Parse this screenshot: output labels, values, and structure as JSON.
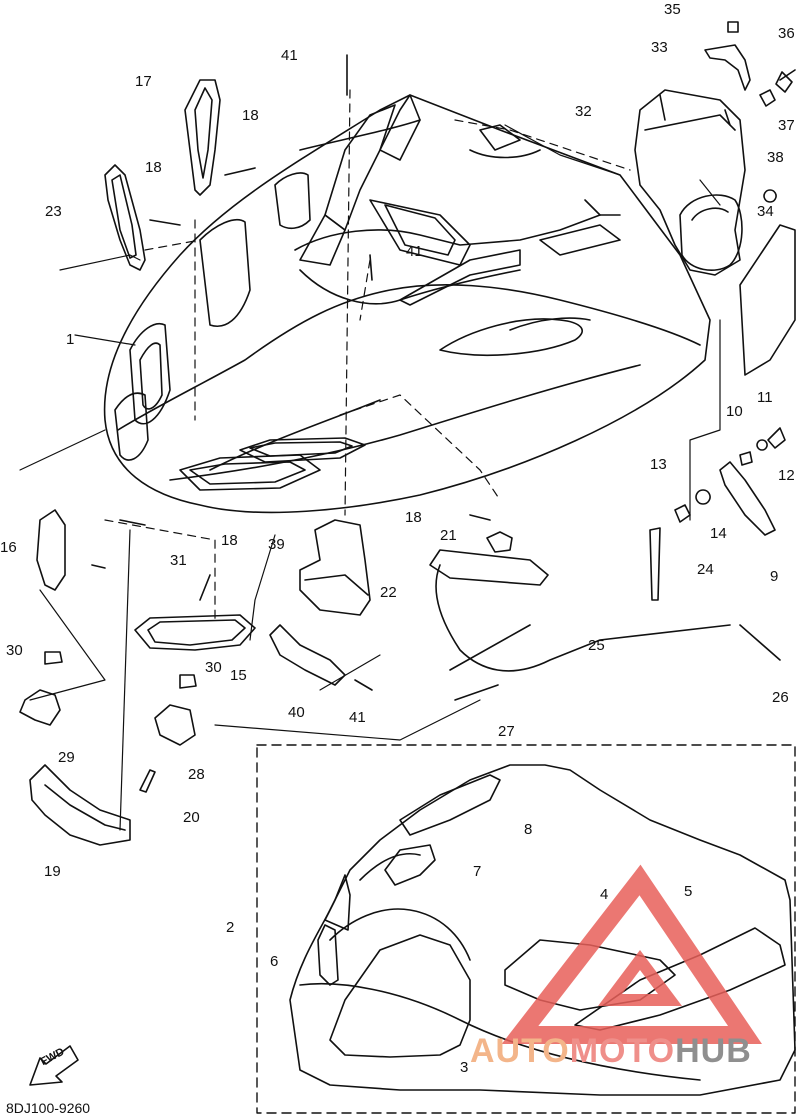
{
  "diagram": {
    "code": "8DJ100-9260",
    "fwd_label": "FWD",
    "colors": {
      "line": "#111111",
      "watermark_red": "#e8605a",
      "watermark_orange": "#f3b58a",
      "watermark_gray": "#8f8f8f"
    },
    "watermark": {
      "part1": "AUTO",
      "part2": "MOTO",
      "part3": "HUB"
    },
    "callouts": [
      "1",
      "2",
      "3",
      "4",
      "5",
      "6",
      "7",
      "8",
      "9",
      "10",
      "11",
      "12",
      "13",
      "14",
      "15",
      "16",
      "17",
      "18",
      "18",
      "18",
      "18",
      "19",
      "20",
      "21",
      "22",
      "23",
      "24",
      "25",
      "26",
      "27",
      "28",
      "29",
      "30",
      "30",
      "31",
      "32",
      "33",
      "34",
      "35",
      "36",
      "37",
      "38",
      "39",
      "40",
      "41",
      "41",
      "41"
    ]
  }
}
